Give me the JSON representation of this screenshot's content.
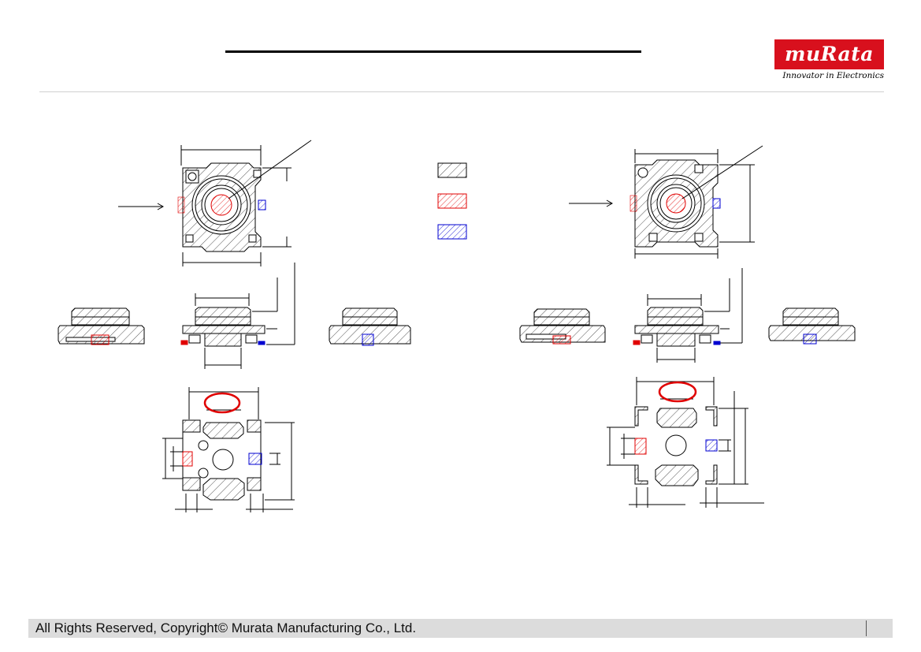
{
  "brand": {
    "logo_text": "muRata",
    "tagline": "Innovator in Electronics",
    "logo_color": "#d8101d"
  },
  "footer": {
    "copyright": "All Rights Reserved, Copyright© Murata Manufacturing Co., Ltd."
  },
  "legend": [
    {
      "id": "body",
      "color": "#000000"
    },
    {
      "id": "signal",
      "color": "#e00000"
    },
    {
      "id": "ground",
      "color": "#0000d0"
    }
  ],
  "highlight_color": "#e00000"
}
